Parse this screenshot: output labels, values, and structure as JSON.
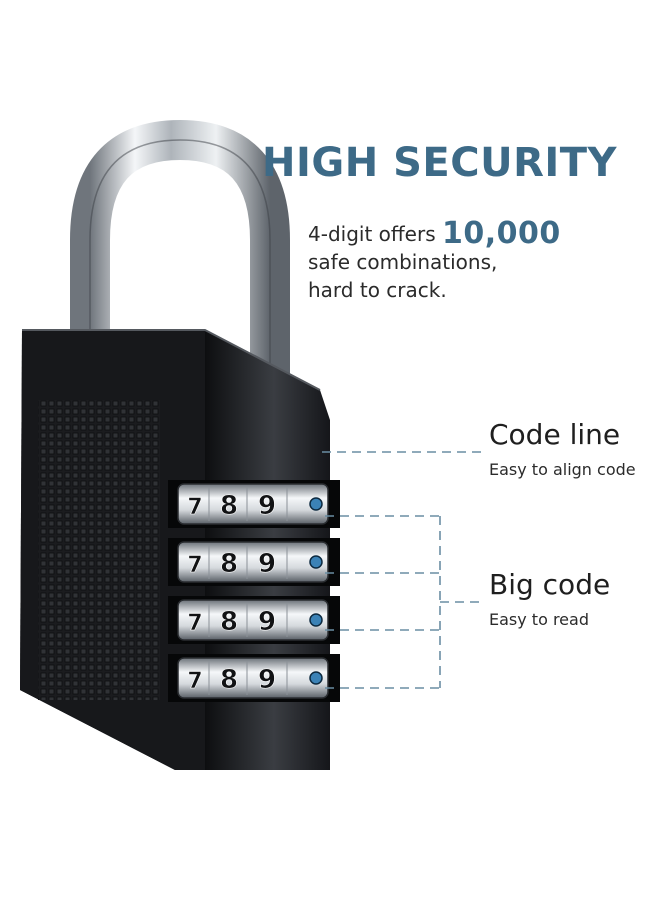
{
  "headline": "HIGH SECURITY",
  "description": {
    "line1_prefix": "4-digit offers",
    "line1_highlight": "10,000",
    "line2": "safe combinations,",
    "line3": "hard to crack."
  },
  "callouts": {
    "code_line": {
      "title": "Code line",
      "subtitle": "Easy to align code"
    },
    "big_code": {
      "title": "Big code",
      "subtitle": "Easy to read"
    }
  },
  "dials": [
    {
      "digits": [
        "7",
        "8",
        "9"
      ]
    },
    {
      "digits": [
        "7",
        "8",
        "9"
      ]
    },
    {
      "digits": [
        "7",
        "8",
        "9"
      ]
    },
    {
      "digits": [
        "7",
        "8",
        "9"
      ]
    }
  ],
  "colors": {
    "accent": "#3d6a87",
    "lock_body": "#141517",
    "shackle": "#c9ced4",
    "indicator_dot": "#3b82b6",
    "leader_line": "#6a8ea3"
  }
}
